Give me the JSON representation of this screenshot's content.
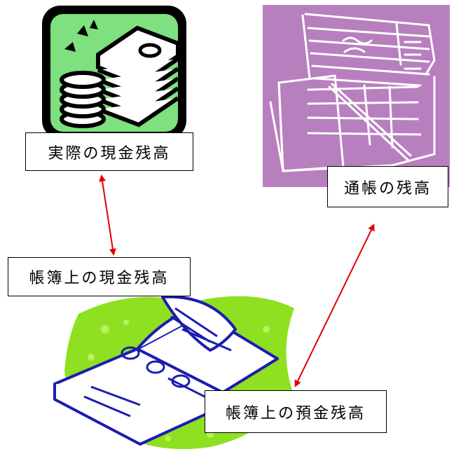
{
  "labels": {
    "actual_cash_balance": "実際の現金残高",
    "passbook_balance": "通帳の残高",
    "book_cash_balance": "帳簿上の現金残高",
    "book_deposit_balance": "帳簿上の預金残高"
  },
  "icons": {
    "cash": "cash-money-icon",
    "passbook": "passbook-ledger-icon",
    "ledger": "open-ledger-book-icon"
  },
  "colors": {
    "arrow": "#e00000",
    "cash_icon_bg": "#7ee07e",
    "passbook_bg": "#b87fbe",
    "ledger_blob": "#8ee020",
    "ledger_ink": "#1c1cb0"
  }
}
